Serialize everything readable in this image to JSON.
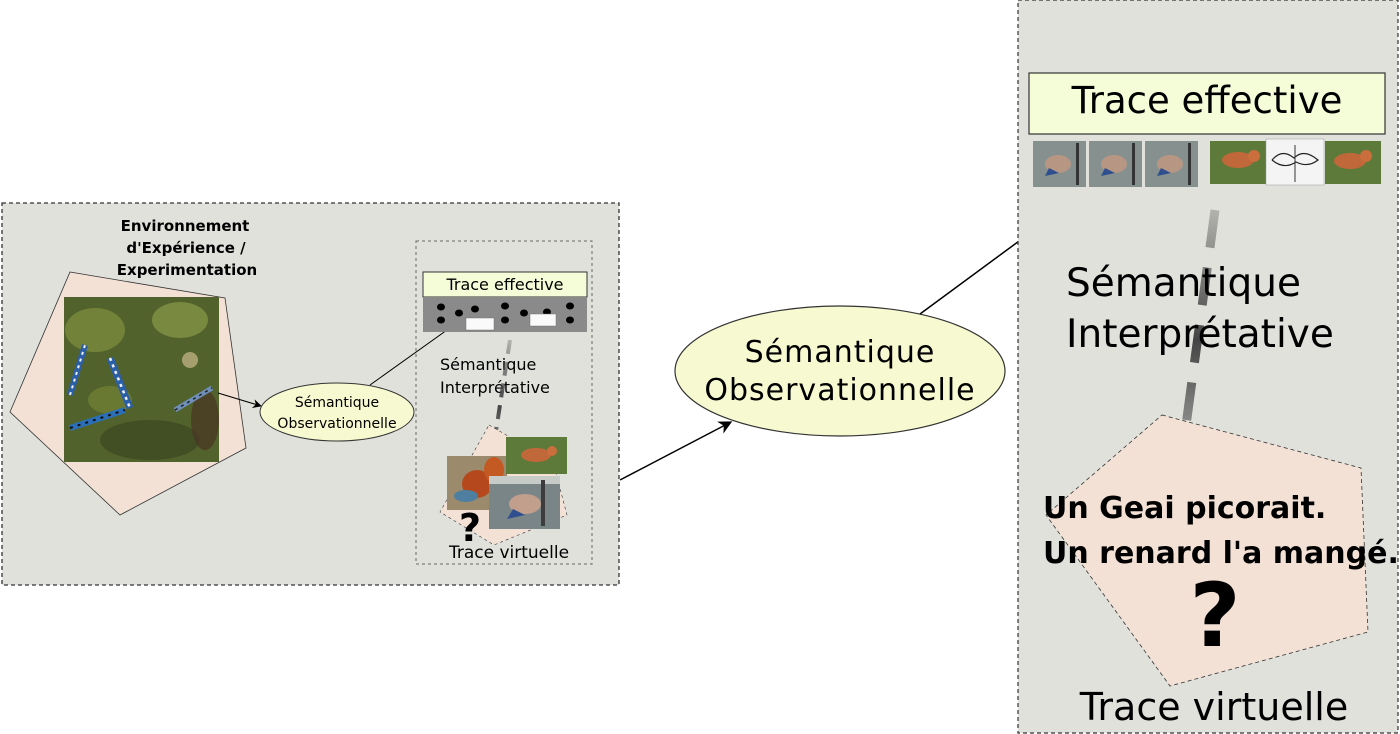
{
  "left_panel": {
    "environment_title": [
      "Environnement",
      "d'Expérience /",
      "Experimentation"
    ],
    "observational_semantics": [
      "Sémantique",
      "Observationnelle"
    ],
    "inset": {
      "trace_effective": "Trace effective",
      "interpretive_semantics": [
        "Sémantique",
        "Interprétative"
      ],
      "question_mark": "?",
      "trace_virtual": "Trace virtuelle"
    }
  },
  "center": {
    "observational_semantics": [
      "Sémantique",
      "Observationnelle"
    ]
  },
  "right_panel": {
    "trace_effective": "Trace effective",
    "interpretive_semantics": [
      "Sémantique",
      "Interprétative"
    ],
    "narrative": [
      "Un Geai picorait.",
      "Un renard l'a mangé."
    ],
    "question_mark": "?",
    "trace_virtual": "Trace virtuelle"
  },
  "colors": {
    "panel_fill": "#e1e1dc",
    "pentagon_fill": "#f3e1d6",
    "label_fill": "#f5fcd8",
    "ellipse_fill": "#f7fad0",
    "dashed_line": "#555555",
    "arrow": "#000000"
  }
}
